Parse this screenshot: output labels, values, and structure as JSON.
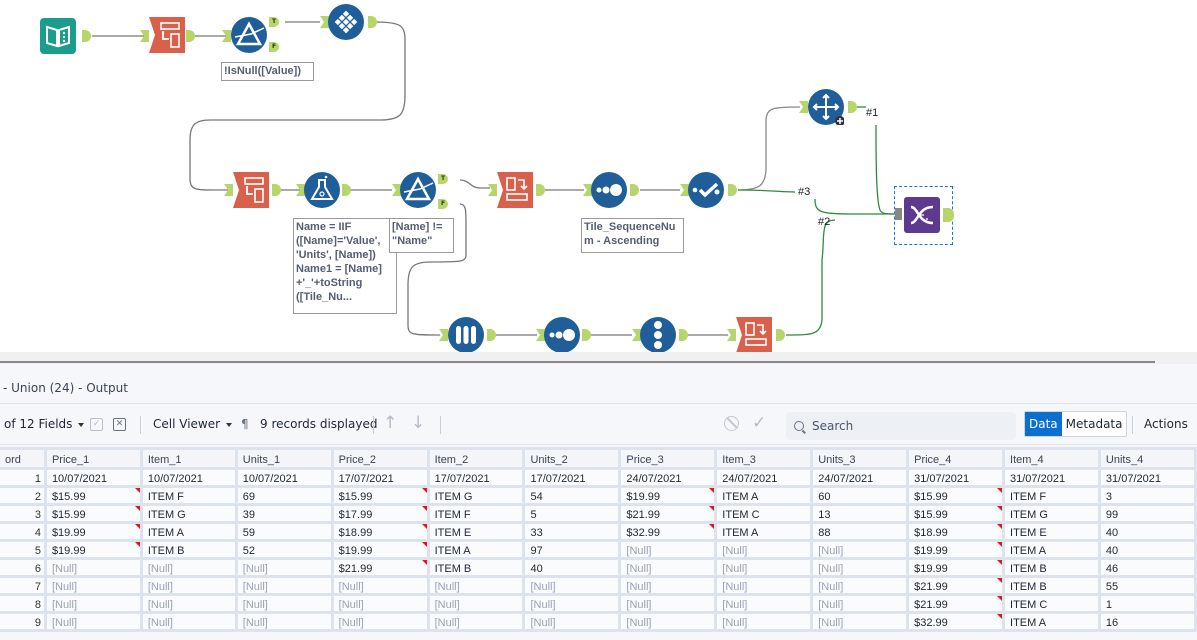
{
  "workflow": {
    "annotations": {
      "filter1": "!IsNull([Value])",
      "formula": "Name = IIF\n([Name]='Value',\n'Units', [Name])\nName1 = [Name]\n+'_'+toString\n([Tile_Nu...",
      "filter2": "[Name] !=\n\"Name\"",
      "sort": "Tile_SequenceNu\nm - Ascending"
    },
    "anchor_labels": {
      "true": "T",
      "false": "F"
    },
    "connection_labels": {
      "c1": "#1",
      "c2": "#2",
      "c3": "#3"
    },
    "tools": [
      {
        "id": "input",
        "icon": "book-icon",
        "color": "#1a9d8c"
      },
      {
        "id": "text-to-columns-1",
        "icon": "text-to-columns-icon",
        "color": "#d9604b"
      },
      {
        "id": "filter-1",
        "icon": "filter-prism-icon",
        "color": "#1f5e99"
      },
      {
        "id": "multi-row",
        "icon": "grid-diamond-icon",
        "color": "#1f5e99"
      },
      {
        "id": "text-to-columns-2",
        "icon": "text-to-columns-icon",
        "color": "#d9604b"
      },
      {
        "id": "formula",
        "icon": "flask-icon",
        "color": "#1f5e99"
      },
      {
        "id": "filter-2",
        "icon": "filter-prism-icon",
        "color": "#1f5e99"
      },
      {
        "id": "cross-tab-1",
        "icon": "cross-tab-icon",
        "color": "#d9604b"
      },
      {
        "id": "tile",
        "icon": "tile-dots-icon",
        "color": "#1f5e99"
      },
      {
        "id": "sort",
        "icon": "sort-check-icon",
        "color": "#1f5e99"
      },
      {
        "id": "move",
        "icon": "move-arrows-icon",
        "color": "#1f5e99"
      },
      {
        "id": "union",
        "icon": "dna-union-icon",
        "color": "#5b3a8f"
      },
      {
        "id": "sample",
        "icon": "test-tubes-icon",
        "color": "#1f5e99"
      },
      {
        "id": "tile-2",
        "icon": "tile-dots-icon",
        "color": "#1f5e99"
      },
      {
        "id": "record-id",
        "icon": "record-id-icon",
        "color": "#1f5e99"
      },
      {
        "id": "cross-tab-2",
        "icon": "cross-tab-icon",
        "color": "#d9604b"
      }
    ]
  },
  "results": {
    "title": "- Union (24) - Output",
    "toolbar": {
      "fields": "of 12 Fields",
      "cell_viewer": "Cell Viewer",
      "records": "9 records displayed",
      "search_placeholder": "Search",
      "data_tab": "Data",
      "metadata_tab": "Metadata",
      "actions": "Actions"
    },
    "columns": [
      "ord",
      "Price_1",
      "Item_1",
      "Units_1",
      "Price_2",
      "Item_2",
      "Units_2",
      "Price_3",
      "Item_3",
      "Units_3",
      "Price_4",
      "Item_4",
      "Units_4"
    ],
    "rows": [
      [
        "1",
        "10/07/2021",
        "10/07/2021",
        "10/07/2021",
        "17/07/2021",
        "17/07/2021",
        "17/07/2021",
        "24/07/2021",
        "24/07/2021",
        "24/07/2021",
        "31/07/2021",
        "31/07/2021",
        "31/07/2021"
      ],
      [
        "2",
        "$15.99",
        "ITEM F",
        "69",
        "$15.99",
        "ITEM G",
        "54",
        "$19.99",
        "ITEM A",
        "60",
        "$15.99",
        "ITEM F",
        "3"
      ],
      [
        "3",
        "$15.99",
        "ITEM G",
        "39",
        "$17.99",
        "ITEM F",
        "5",
        "$21.99",
        "ITEM C",
        "13",
        "$15.99",
        "ITEM G",
        "99"
      ],
      [
        "4",
        "$19.99",
        "ITEM A",
        "59",
        "$18.99",
        "ITEM E",
        "33",
        "$32.99",
        "ITEM A",
        "88",
        "$18.99",
        "ITEM E",
        "40"
      ],
      [
        "5",
        "$19.99",
        "ITEM B",
        "52",
        "$19.99",
        "ITEM A",
        "97",
        "[Null]",
        "[Null]",
        "[Null]",
        "$19.99",
        "ITEM A",
        "40"
      ],
      [
        "6",
        "[Null]",
        "[Null]",
        "[Null]",
        "$21.99",
        "ITEM B",
        "40",
        "[Null]",
        "[Null]",
        "[Null]",
        "$19.99",
        "ITEM B",
        "46"
      ],
      [
        "7",
        "[Null]",
        "[Null]",
        "[Null]",
        "[Null]",
        "[Null]",
        "[Null]",
        "[Null]",
        "[Null]",
        "[Null]",
        "$21.99",
        "ITEM B",
        "55"
      ],
      [
        "8",
        "[Null]",
        "[Null]",
        "[Null]",
        "[Null]",
        "[Null]",
        "[Null]",
        "[Null]",
        "[Null]",
        "[Null]",
        "$21.99",
        "ITEM C",
        "1"
      ],
      [
        "9",
        "[Null]",
        "[Null]",
        "[Null]",
        "[Null]",
        "[Null]",
        "[Null]",
        "[Null]",
        "[Null]",
        "[Null]",
        "$32.99",
        "ITEM A",
        "16"
      ]
    ]
  }
}
